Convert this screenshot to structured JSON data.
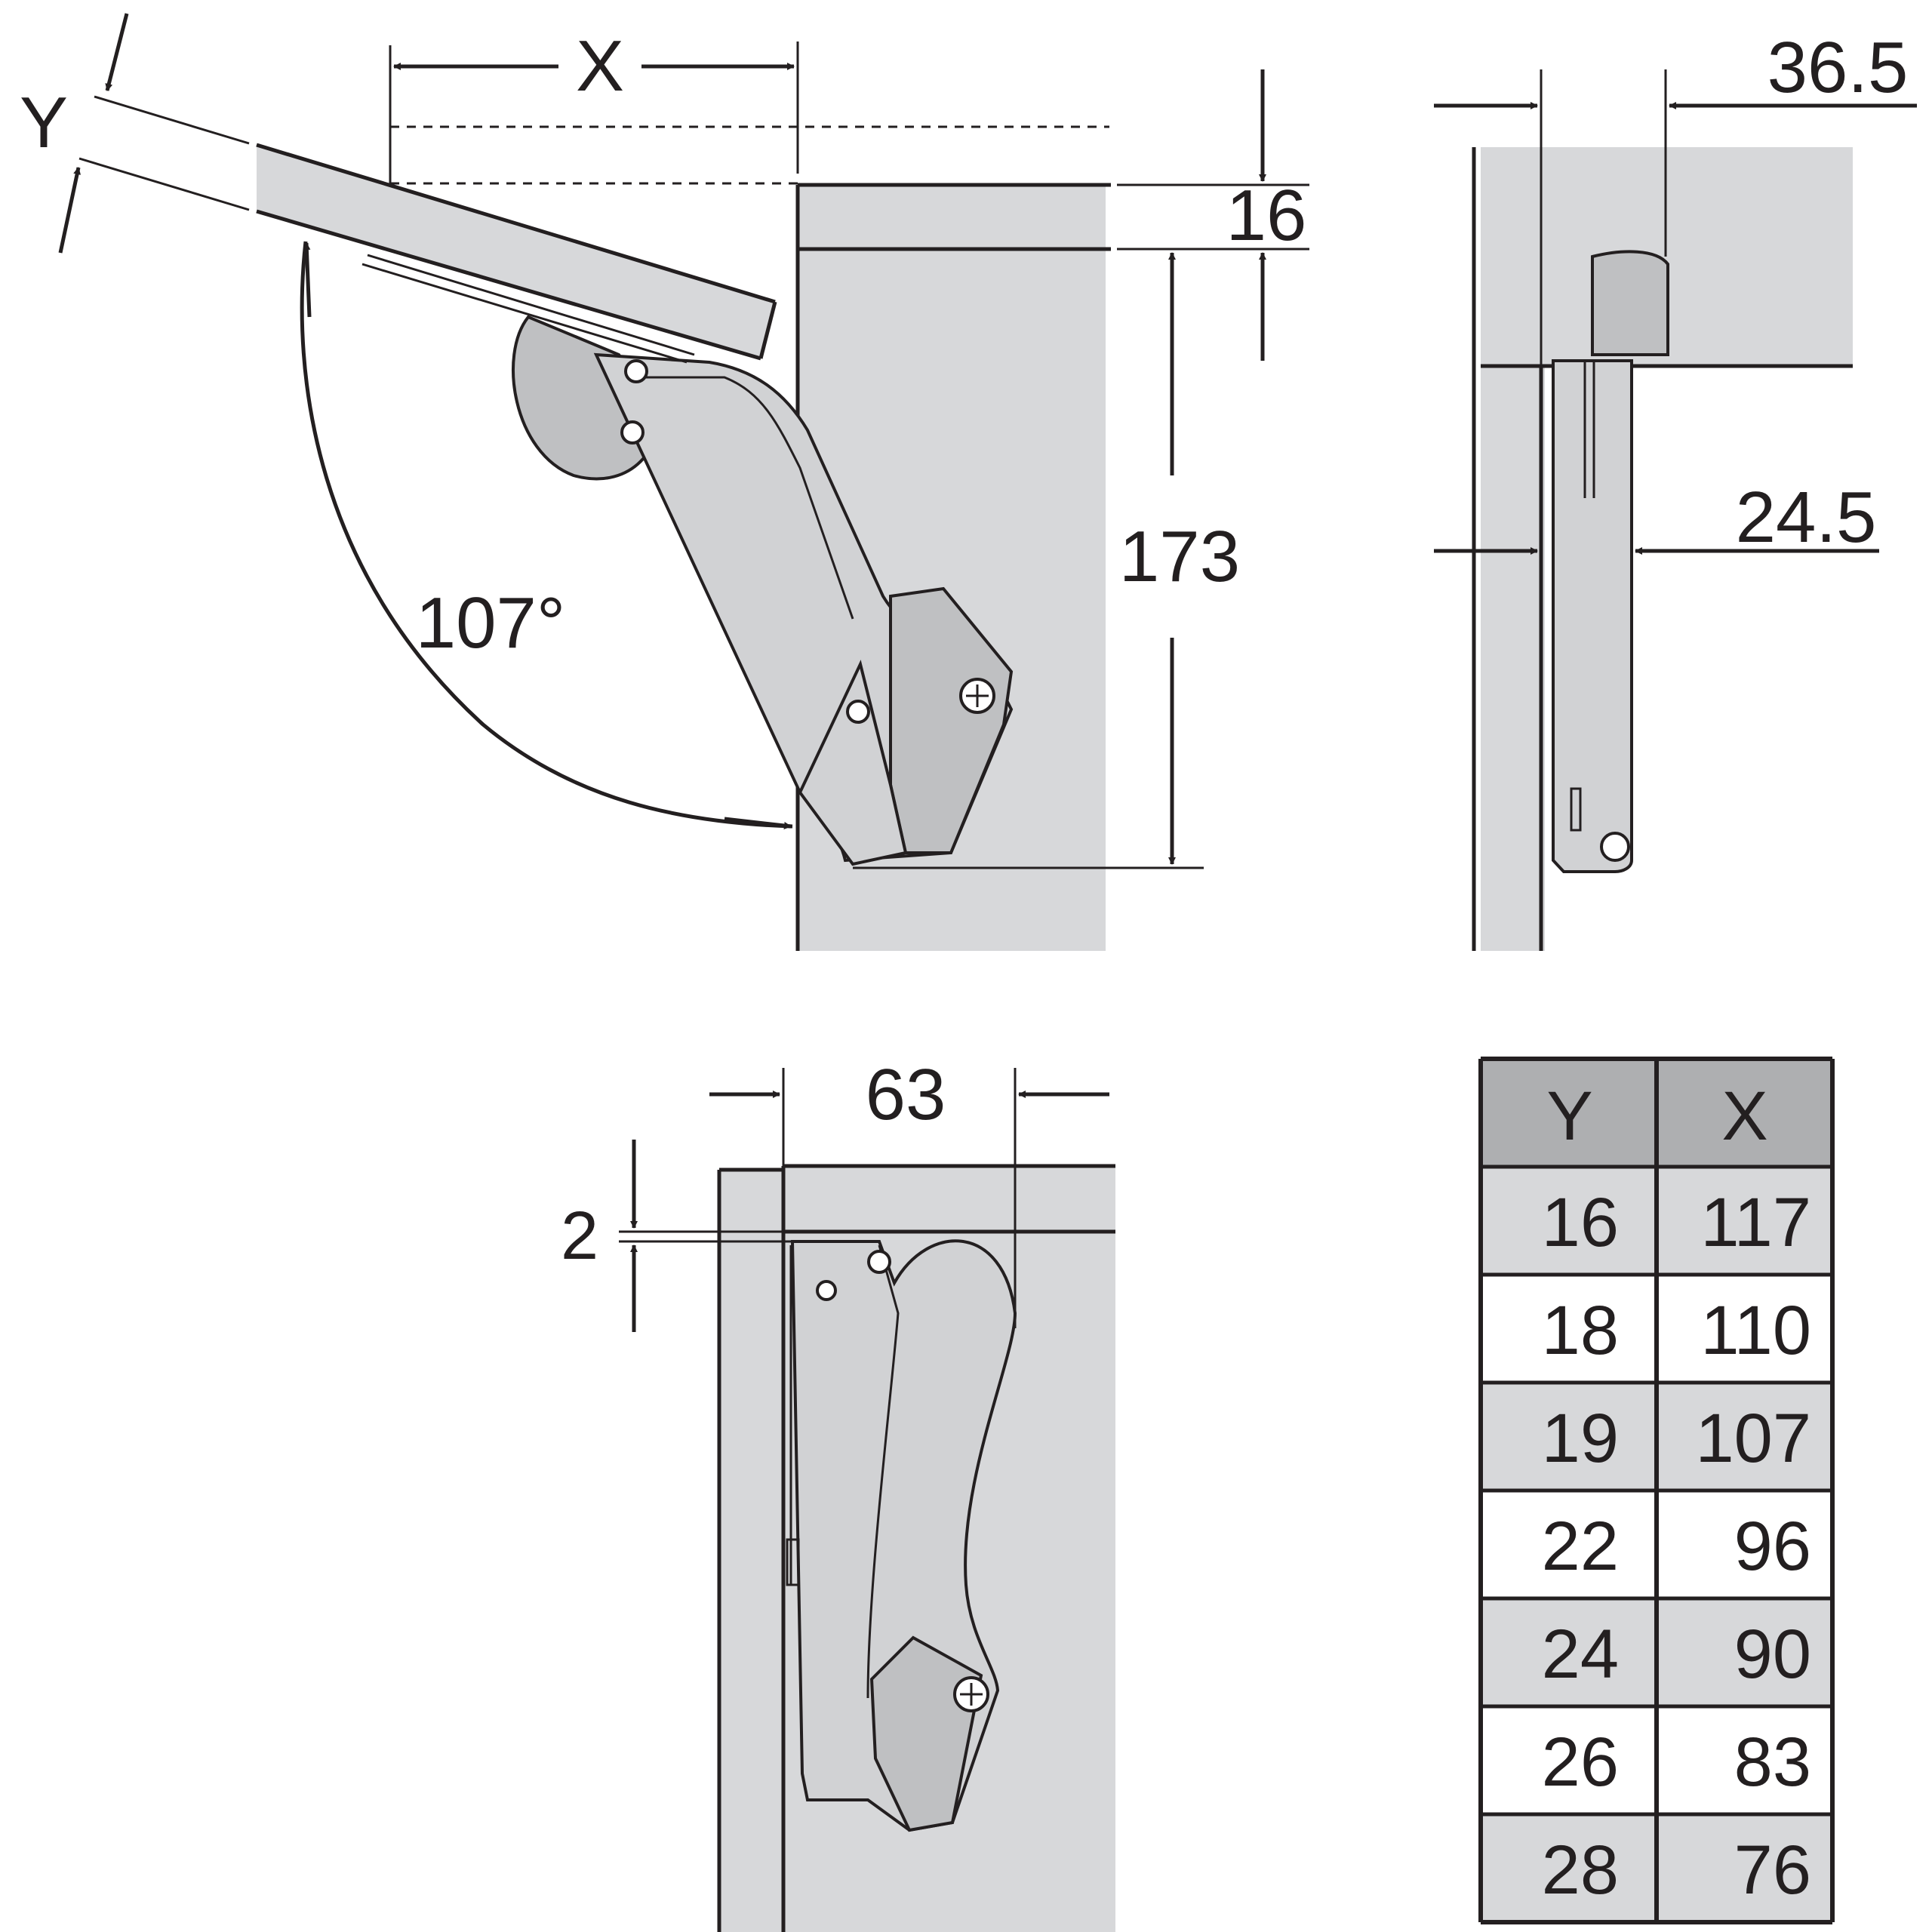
{
  "dimensions": {
    "x_label": "X",
    "y_label": "Y",
    "panel_thickness": "16",
    "height": "173",
    "angle": "107°",
    "top_offset": "36.5",
    "side_offset": "24.5",
    "width": "63",
    "gap": "2"
  },
  "table": {
    "headers": [
      "Y",
      "X"
    ],
    "rows": [
      {
        "y": "16",
        "x": "117"
      },
      {
        "y": "18",
        "x": "110"
      },
      {
        "y": "19",
        "x": "107"
      },
      {
        "y": "22",
        "x": "96"
      },
      {
        "y": "24",
        "x": "90"
      },
      {
        "y": "26",
        "x": "83"
      },
      {
        "y": "28",
        "x": "76"
      }
    ]
  },
  "colors": {
    "line": "#231f20",
    "panel": "#d7d8da",
    "table_dark": "#aeafb1",
    "table_light": "#d7d8da"
  }
}
